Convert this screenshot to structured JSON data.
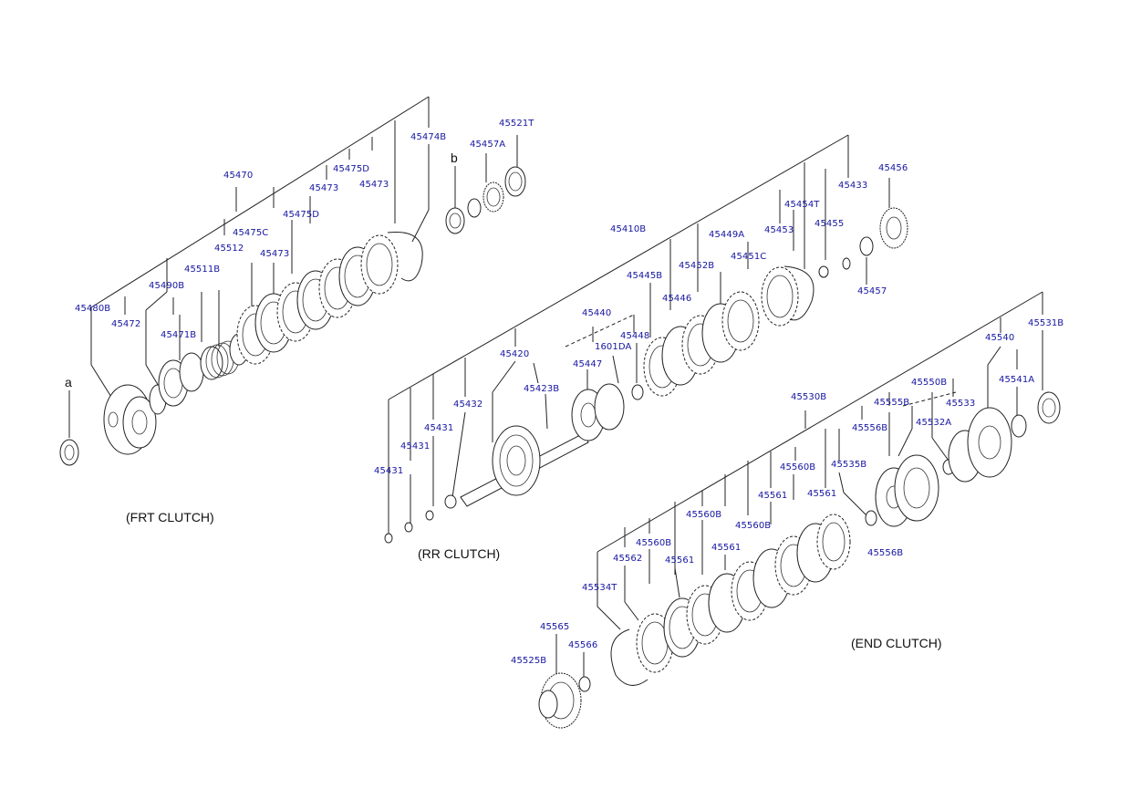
{
  "groups": {
    "frt": "(FRT CLUTCH)",
    "rr": "(RR CLUTCH)",
    "end": "(END CLUTCH)"
  },
  "markers": {
    "a": "a",
    "b": "b"
  },
  "labels": {
    "p45474B": "45474B",
    "p45521T": "45521T",
    "p45457A": "45457A",
    "p45470": "45470",
    "p45475D_1": "45475D",
    "p45473_1": "45473",
    "p45473_2": "45473",
    "p45475D_2": "45475D",
    "p45475C": "45475C",
    "p45512": "45512",
    "p45473_3": "45473",
    "p45511B": "45511B",
    "p45490B": "45490B",
    "p45480B": "45480B",
    "p45472": "45472",
    "p45471B": "45471B",
    "p45456": "45456",
    "p45433": "45433",
    "p45454T": "45454T",
    "p45455": "45455",
    "p45453": "45453",
    "p45410B": "45410B",
    "p45449A": "45449A",
    "p45451C": "45451C",
    "p45452B": "45452B",
    "p45445B": "45445B",
    "p45446": "45446",
    "p45457": "45457",
    "p45440": "45440",
    "p45448": "45448",
    "p1601DA": "1601DA",
    "p45447": "45447",
    "p45420": "45420",
    "p45423B": "45423B",
    "p45432": "45432",
    "p45431_1": "45431",
    "p45431_2": "45431",
    "p45431_3": "45431",
    "p45531B": "45531B",
    "p45540": "45540",
    "p45541A": "45541A",
    "p45550B": "45550B",
    "p45555B": "45555B",
    "p45533": "45533",
    "p45530B": "45530B",
    "p45556B_1": "45556B",
    "p45532A": "45532A",
    "p45560B_1": "45560B",
    "p45535B": "45535B",
    "p45561_1": "45561",
    "p45561_2": "45561",
    "p45560B_2": "45560B",
    "p45560B_3": "45560B",
    "p45560B_4": "45560B",
    "p45561_3": "45561",
    "p45561_4": "45561",
    "p45562": "45562",
    "p45556B_2": "45556B",
    "p45534T": "45534T",
    "p45565": "45565",
    "p45566": "45566",
    "p45525B": "45525B"
  }
}
